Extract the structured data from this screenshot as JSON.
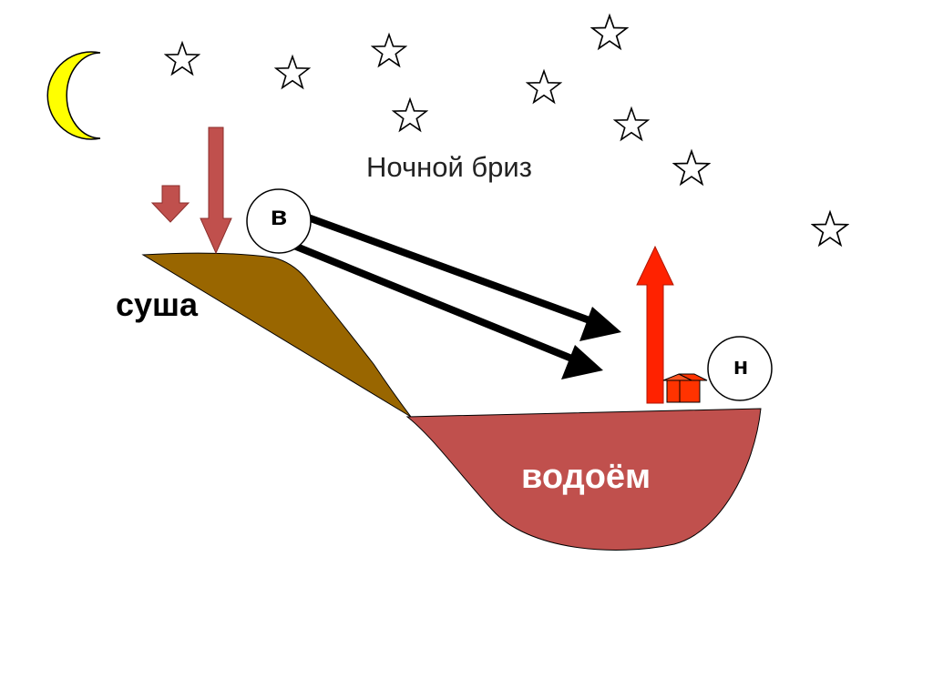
{
  "diagram": {
    "title": "Ночной бриз",
    "land_label": "суша",
    "water_label": "водоём",
    "high_pressure_label": "в",
    "low_pressure_label": "н"
  },
  "colors": {
    "background": "#ffffff",
    "moon": "#ffff00",
    "land": "#996600",
    "water": "#c0504d",
    "sinking_air_arrow": "#c0504d",
    "rising_air_arrow": "#ff2200",
    "wind_arrow": "#000000",
    "house": "#ff3300"
  },
  "icons": {
    "moon": "crescent-moon-icon",
    "star": "star-outline-icon",
    "house": "house-icon"
  }
}
